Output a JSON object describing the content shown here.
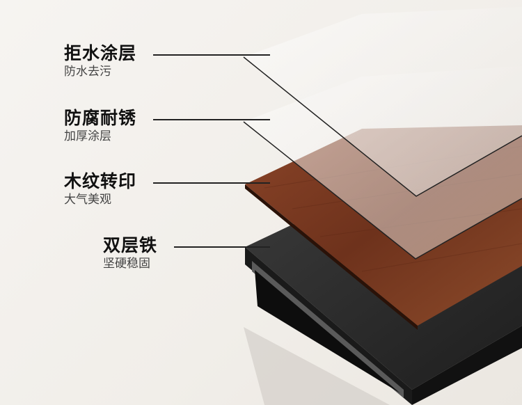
{
  "layers": [
    {
      "title": "拒水涂层",
      "subtitle": "防水去污"
    },
    {
      "title": "防腐耐锈",
      "subtitle": "加厚涂层"
    },
    {
      "title": "木纹转印",
      "subtitle": "大气美观"
    },
    {
      "title": "双层铁",
      "subtitle": "坚硬稳固"
    }
  ],
  "colors": {
    "wood": "#7a3a22",
    "iron": "#2b2b2b",
    "background": "#f3f0ec"
  }
}
